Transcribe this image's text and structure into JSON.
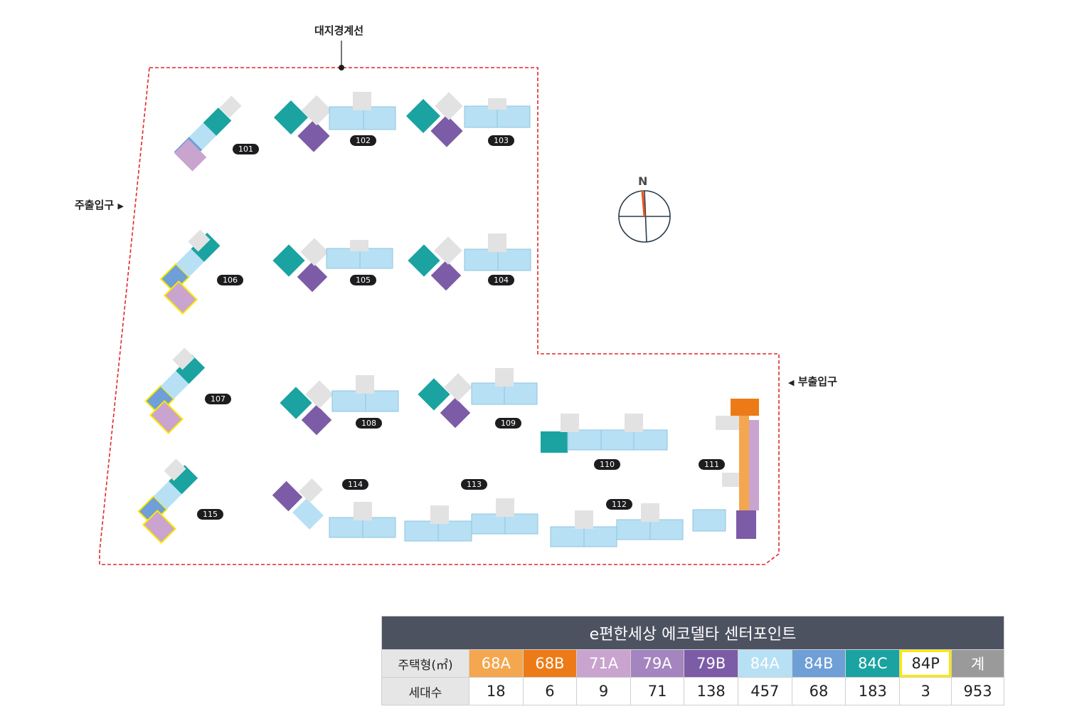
{
  "labels": {
    "boundary": "대지경계선",
    "main_entrance": "주출입구",
    "sub_entrance": "부출입구",
    "north": "N"
  },
  "colors": {
    "boundary": "#e3262b",
    "68A": "#f4a74e",
    "68B": "#ec7b17",
    "71A": "#c9a4cf",
    "79A": "#a485c0",
    "79B": "#7c5ba7",
    "84A": "#b7e0f4",
    "84B": "#6e9fd6",
    "84C": "#1aa3a0",
    "84P": "#ffe800",
    "total": "#9a9a9a",
    "core": "#e2e2e2"
  },
  "buildings": [
    "101",
    "102",
    "103",
    "104",
    "105",
    "106",
    "107",
    "108",
    "109",
    "110",
    "111",
    "112",
    "113",
    "114",
    "115"
  ],
  "legend": {
    "title": "e편한세상 에코델타 센터포인트",
    "row_type_label": "주택형(㎡)",
    "row_count_label": "세대수",
    "types": [
      {
        "name": "68A",
        "count": "18",
        "color": "#f4a74e"
      },
      {
        "name": "68B",
        "count": "6",
        "color": "#ec7b17"
      },
      {
        "name": "71A",
        "count": "9",
        "color": "#c9a4cf"
      },
      {
        "name": "79A",
        "count": "71",
        "color": "#a485c0"
      },
      {
        "name": "79B",
        "count": "138",
        "color": "#7c5ba7"
      },
      {
        "name": "84A",
        "count": "457",
        "color": "#b7e0f4"
      },
      {
        "name": "84B",
        "count": "68",
        "color": "#6e9fd6"
      },
      {
        "name": "84C",
        "count": "183",
        "color": "#1aa3a0"
      },
      {
        "name": "84P",
        "count": "3",
        "color": "#ffffff"
      },
      {
        "name": "계",
        "count": "953",
        "color": "#9a9a9a"
      }
    ]
  }
}
